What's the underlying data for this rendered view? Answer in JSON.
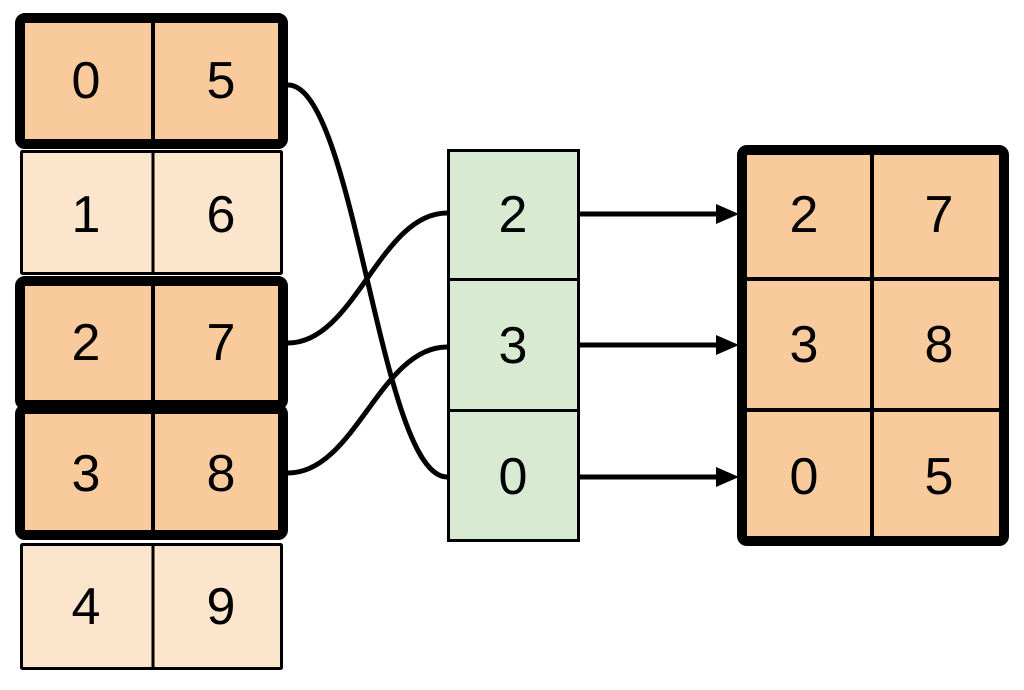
{
  "colors": {
    "highlighted_row_fill": "#f9cb9c",
    "muted_row_fill": "#fce5cd",
    "index_fill": "#d9ead3",
    "line": "#000000",
    "background": "#ffffff"
  },
  "source_table": {
    "rows": [
      {
        "cells": [
          "0",
          "5"
        ],
        "highlighted": true
      },
      {
        "cells": [
          "1",
          "6"
        ],
        "highlighted": false
      },
      {
        "cells": [
          "2",
          "7"
        ],
        "highlighted": true
      },
      {
        "cells": [
          "3",
          "8"
        ],
        "highlighted": true
      },
      {
        "cells": [
          "4",
          "9"
        ],
        "highlighted": false
      }
    ]
  },
  "index_column": {
    "cells": [
      "2",
      "3",
      "0"
    ]
  },
  "result_table": {
    "rows": [
      {
        "cells": [
          "2",
          "7"
        ]
      },
      {
        "cells": [
          "3",
          "8"
        ]
      },
      {
        "cells": [
          "0",
          "5"
        ]
      }
    ]
  },
  "links": {
    "curves": [
      {
        "from_source_row": 0,
        "to_index_position": 2
      },
      {
        "from_source_row": 2,
        "to_index_position": 0
      },
      {
        "from_source_row": 3,
        "to_index_position": 1
      }
    ],
    "arrows": [
      {
        "from_index_position": 0,
        "to_result_row": 0
      },
      {
        "from_index_position": 1,
        "to_result_row": 1
      },
      {
        "from_index_position": 2,
        "to_result_row": 2
      }
    ]
  }
}
